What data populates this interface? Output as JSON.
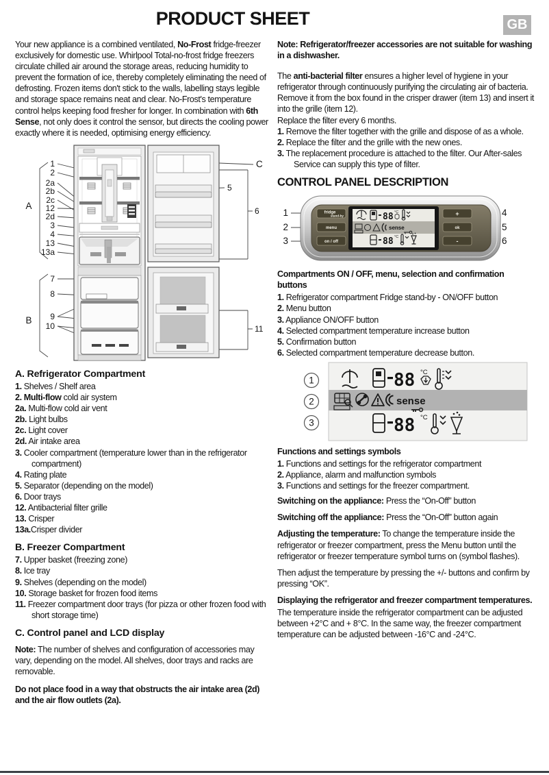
{
  "page": {
    "title": "PRODUCT SHEET",
    "badge": "GB"
  },
  "left": {
    "intro": "Your new appliance is a combined ventilated, **No-Frost** fridge-freezer exclusively for domestic use. Whirlpool Total-no-frost fridge freezers circulate chilled air around the storage areas, reducing humidity to prevent the formation of ice, thereby completely eliminating the need of defrosting. Frozen items don't stick to the walls, labelling stays legible and storage space remains neat and clear. No-Frost's temperature control helps keeping food fresher for longer. In combination with **6th Sense**, not only does it control the sensor, but directs the cooling power exactly where it is needed, optimising energy efficiency.",
    "section_a": {
      "heading": "A. Refrigerator Compartment",
      "items": [
        "**1.** Shelves / Shelf area",
        "**2. Multi-flow** cold air system",
        "**2a.** Multi-flow cold air vent",
        "**2b.** Light bulbs",
        "**2c.** Light cover",
        "**2d.** Air intake area",
        "**3.**  Cooler compartment (temperature lower than in the refrigerator compartment)",
        "**4.** Rating plate",
        "**5.** Separator (depending on the model)",
        "**6.** Door trays",
        "**12.** Antibacterial filter grille",
        "**13.** Crisper",
        "**13a.**Crisper divider"
      ]
    },
    "section_b": {
      "heading": "B. Freezer Compartment",
      "items": [
        "**7.** Upper basket (freezing zone)",
        "**8.** Ice tray",
        "**9.** Shelves (depending on the model)",
        "**10.** Storage basket for frozen food items",
        "**11.** Freezer compartment door trays (for pizza or other frozen food with short storage time)"
      ]
    },
    "section_c": {
      "heading": "C. Control panel and LCD display"
    },
    "note": "**Note:** The number of shelves and configuration of accessories may vary, depending on the model. All shelves, door trays and racks are removable.",
    "warning": "**Do not place food in a way that obstructs the air intake area (2d) and the air flow outlets (2a).**",
    "diagram": {
      "callouts": [
        "1",
        "2",
        "2a",
        "2b",
        "2c",
        "12",
        "2d",
        "3",
        "4",
        "13",
        "13a",
        "A",
        "7",
        "8",
        "9",
        "10",
        "B",
        "C",
        "5",
        "6",
        "11"
      ]
    }
  },
  "right": {
    "dishwasher_note": "**Note: Refrigerator/freezer accessories are not suitable for washing in a dishwasher.**",
    "filter_para": "The **anti-bacterial filter** ensures a higher level of hygiene in your refrigerator through continuously purifying the circulating air of bacteria. Remove it from the box found in the crisper drawer (item 13) and insert it into the grille (item 12).",
    "replace_line": "Replace the filter every 6 months.",
    "filter_steps": [
      "**1.** Remove the filter together with the grille and dispose of as a whole.",
      "**2.** Replace the filter and the grille with the new ones.",
      "**3.** The replacement procedure is attached to the filter. Our After-sales Service can supply this type of filter."
    ],
    "panel_heading": "CONTROL PANEL DESCRIPTION",
    "panel": {
      "callouts": [
        "1",
        "2",
        "3",
        "4",
        "5",
        "6"
      ],
      "buttons": {
        "fridge": "fridge",
        "fridge_sub": "stand-by",
        "menu": "menu",
        "on_off": "on / off",
        "increase": "+",
        "confirm": "ok",
        "decrease": "-"
      }
    },
    "lcd": {
      "digits": "88",
      "celsius": "°C",
      "sense": "sense"
    },
    "compartments": {
      "heading": "Compartments ON / OFF, menu, selection and confirmation buttons",
      "items": [
        "**1.** Refrigerator compartment Fridge stand-by - ON/OFF button",
        "**2.** Menu button",
        "**3.** Appliance ON/OFF button",
        "**4.** Selected compartment temperature increase button",
        "**5.** Confirmation button",
        "**6.** Selected compartment temperature decrease button."
      ]
    },
    "symbols_fig": {
      "callouts": [
        "1",
        "2",
        "3"
      ]
    },
    "functions": {
      "heading": "Functions and settings symbols",
      "items": [
        "**1.**  Functions and settings for the refrigerator compartment",
        "**2.** Appliance, alarm and malfunction symbols",
        "**3.** Functions and settings for the freezer compartment."
      ]
    },
    "switch_on": "**Switching on the appliance:** Press the “On-Off” button",
    "switch_off": "**Switching off the appliance:** Press the “On-Off” button again",
    "adjusting": "**Adjusting the temperature:** To change the temperature inside the refrigerator or freezer compartment, press the Menu button until the refrigerator or freezer temperature symbol turns on (symbol flashes).",
    "then_adjust": "Then adjust the temperature by pressing the +/- buttons and confirm by pressing “OK”.",
    "display_heading": "**Displaying the refrigerator and freezer compartment temperatures.**",
    "temps_para": "The temperature inside the refrigerator compartment can be adjusted between +2°C and + 8°C. In the same way, the freezer compartment temperature can be adjusted between -16°C and -24°C."
  }
}
